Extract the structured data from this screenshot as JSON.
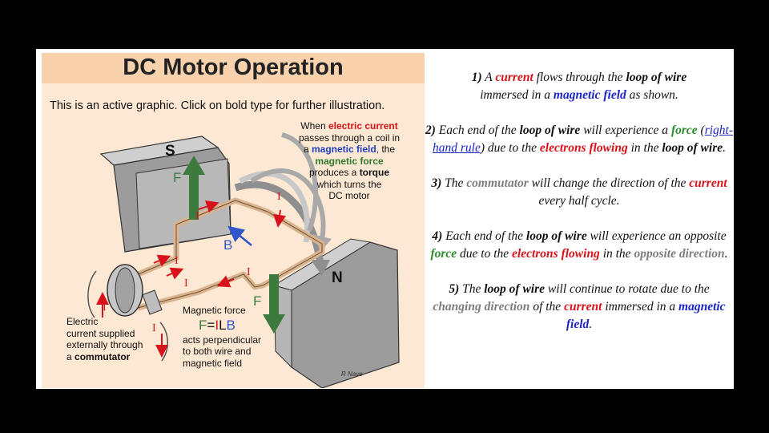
{
  "figure": {
    "title": "DC Motor Operation",
    "subtitle": "This is an active graphic. Click on bold type for further illustration.",
    "pole_s": "S",
    "pole_n": "N",
    "label_f": "F",
    "label_b": "B",
    "label_i": "I",
    "caption_top": {
      "l1a": "When ",
      "l1b": "electric current",
      "l2": "passes through a  coil in",
      "l3a": "a ",
      "l3b": "magnetic field",
      "l3c": ", the",
      "l4": "magnetic force",
      "l5a": "produces a ",
      "l5b": "torque",
      "l6": "which turns the",
      "l7": "DC motor"
    },
    "caption_left": {
      "l1": "Electric",
      "l2": "current supplied",
      "l3": "externally through",
      "l4a": "a ",
      "l4b": "commutator"
    },
    "caption_force": {
      "l1": "Magnetic force",
      "eq_f": "F",
      "eq_eq": "=",
      "eq_i": "I",
      "eq_l": "L",
      "eq_b": "B",
      "l3": "acts perpendicular",
      "l4": "to both wire and",
      "l5": "magnetic field"
    },
    "credit": "R Nave",
    "colors": {
      "title_bar": "#f7d2ad",
      "background": "#fde8d3",
      "magnet": "#b9b9b9",
      "force_arrow": "#3d7a3d",
      "current": "#d8121a",
      "field": "#2f55c8"
    }
  },
  "steps": [
    {
      "num": "1)",
      "t1": " A ",
      "current": "current",
      "t2": " flows through the ",
      "loop": "loop of wire",
      "t3": " immersed in a ",
      "field": "magnetic field",
      "t4": " as shown."
    },
    {
      "num": "2)",
      "t1": " Each end of the ",
      "loop": "loop of wire",
      "t2": " will experience a ",
      "force": "force",
      "t3": " (",
      "rule": "right-hand rule",
      "t4": ") due to the ",
      "electrons": "electrons flowing",
      "t5": " in the ",
      "loop2": "loop of wire",
      "t6": "."
    },
    {
      "num": "3)",
      "t1": " The ",
      "commutator": "commutator",
      "t2": " will change the direction of the ",
      "current": "current",
      "t3": " every half cycle."
    },
    {
      "num": "4)",
      "t1": " Each end of the ",
      "loop": "loop of wire",
      "t2": " will experience an opposite ",
      "force": "force",
      "t3": " due to the ",
      "electrons": "electrons flowing",
      "t4": " in the ",
      "opposite": "opposite direction",
      "t5": "."
    },
    {
      "num": "5)",
      "t1": " The ",
      "loop": "loop of wire",
      "t2": " will continue to rotate due to the ",
      "changing": "changing direction",
      "t3": " of the ",
      "current": "current",
      "t4": " immersed in a ",
      "field": "magnetic field",
      "t5": "."
    }
  ]
}
